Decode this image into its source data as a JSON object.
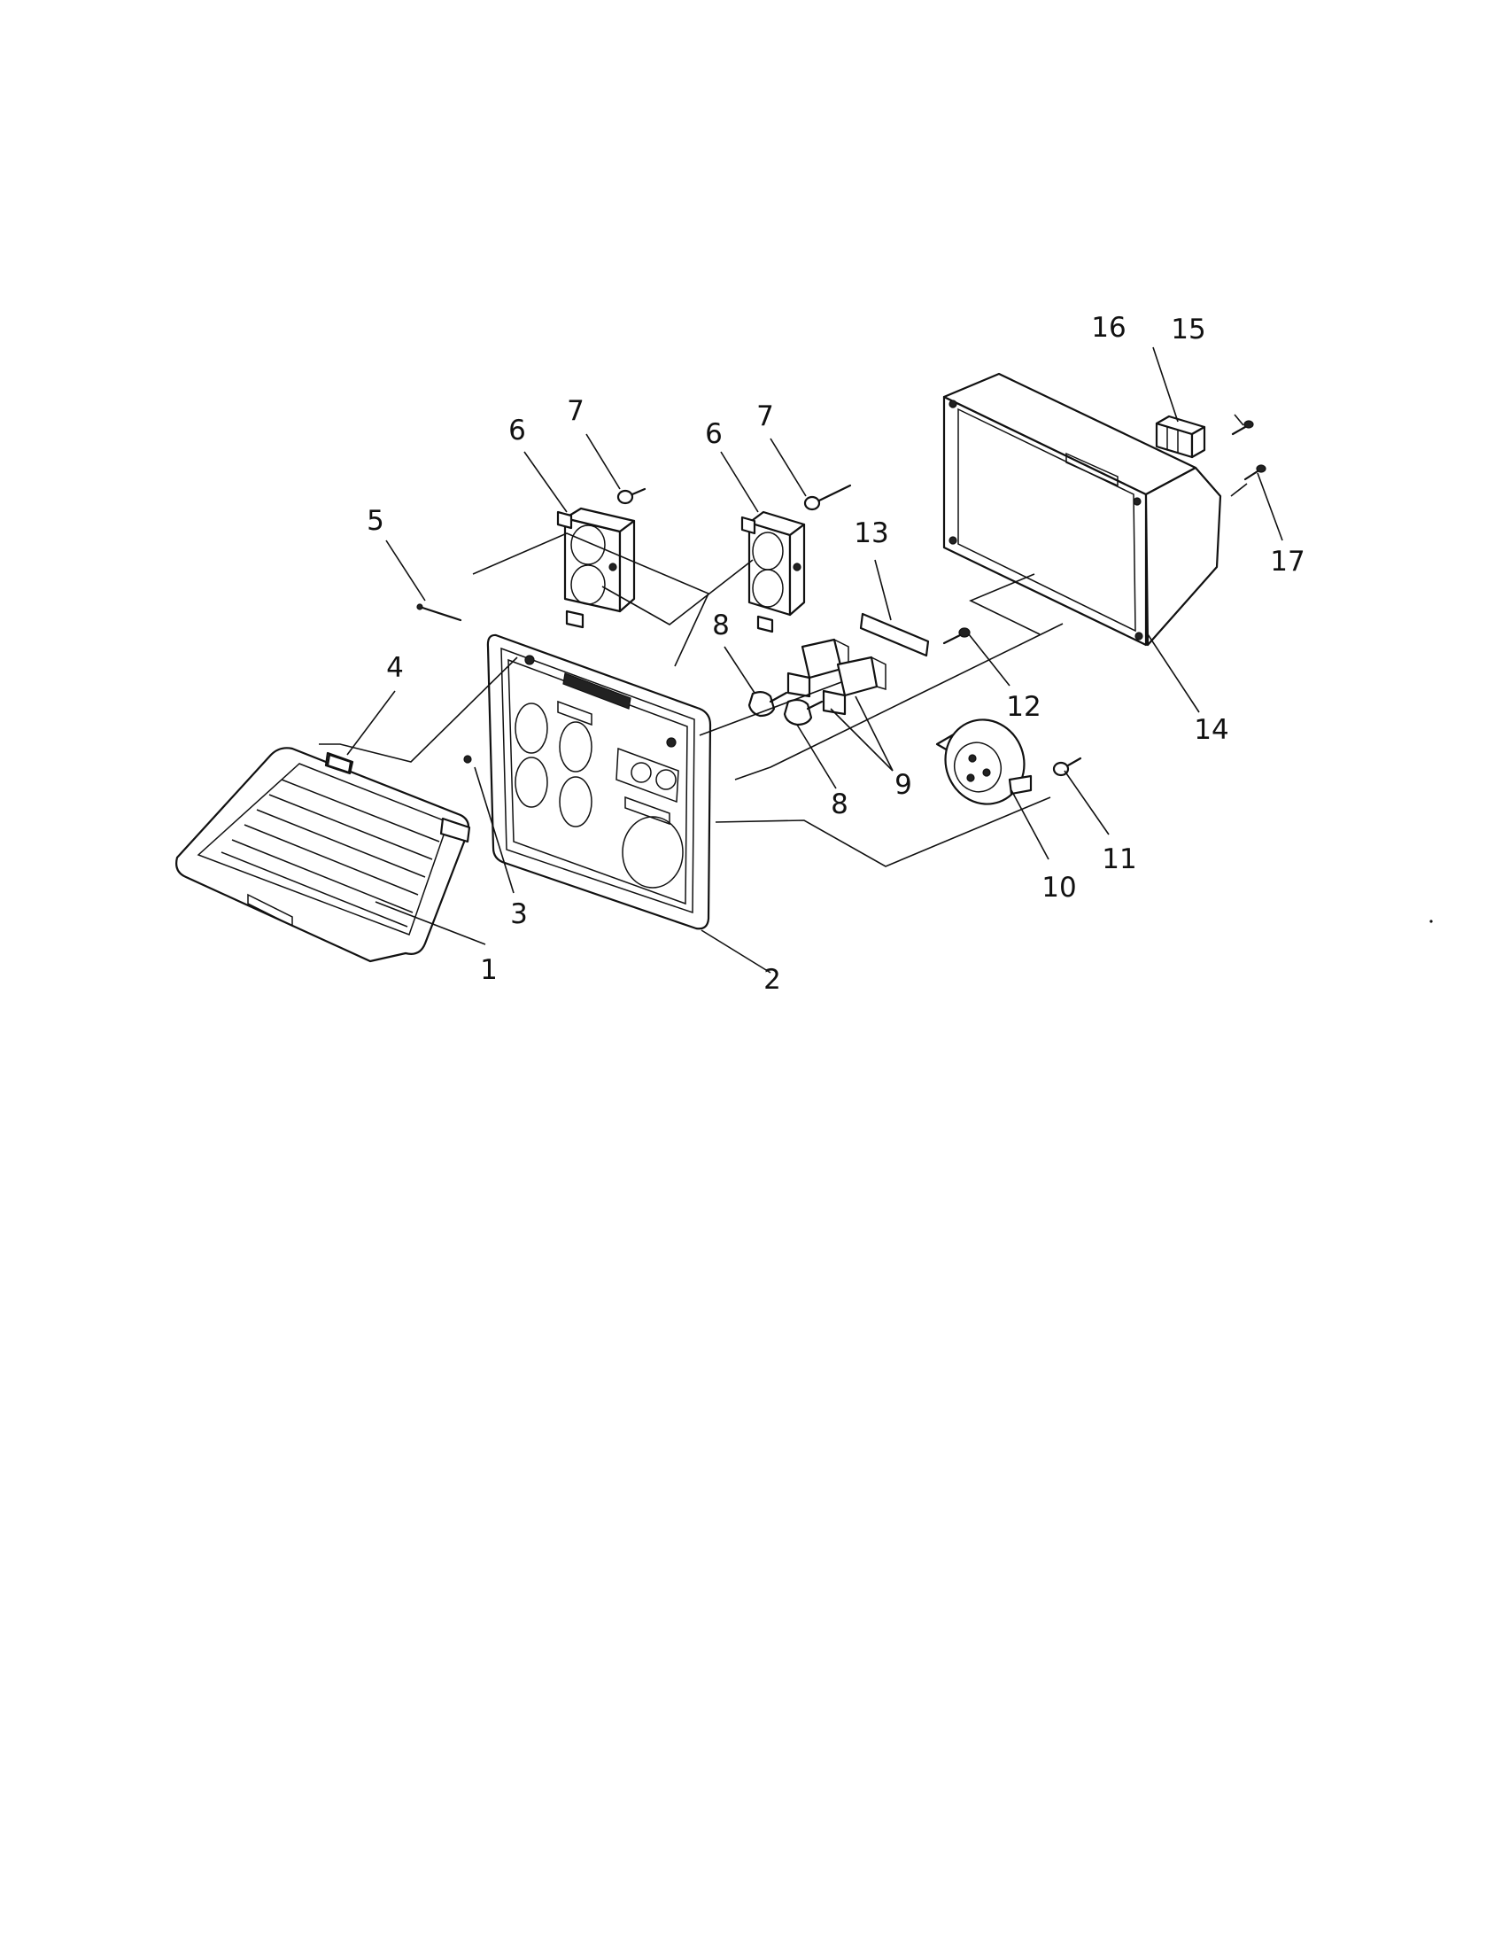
{
  "callouts": {
    "c1": "1",
    "c2": "2",
    "c3": "3",
    "c4": "4",
    "c5": "5",
    "c6a": "6",
    "c6b": "6",
    "c7a": "7",
    "c7b": "7",
    "c8a": "8",
    "c8b": "8",
    "c9": "9",
    "c10": "10",
    "c11": "11",
    "c12": "12",
    "c13": "13",
    "c14": "14",
    "c15": "15",
    "c16": "16",
    "c17": "17"
  }
}
